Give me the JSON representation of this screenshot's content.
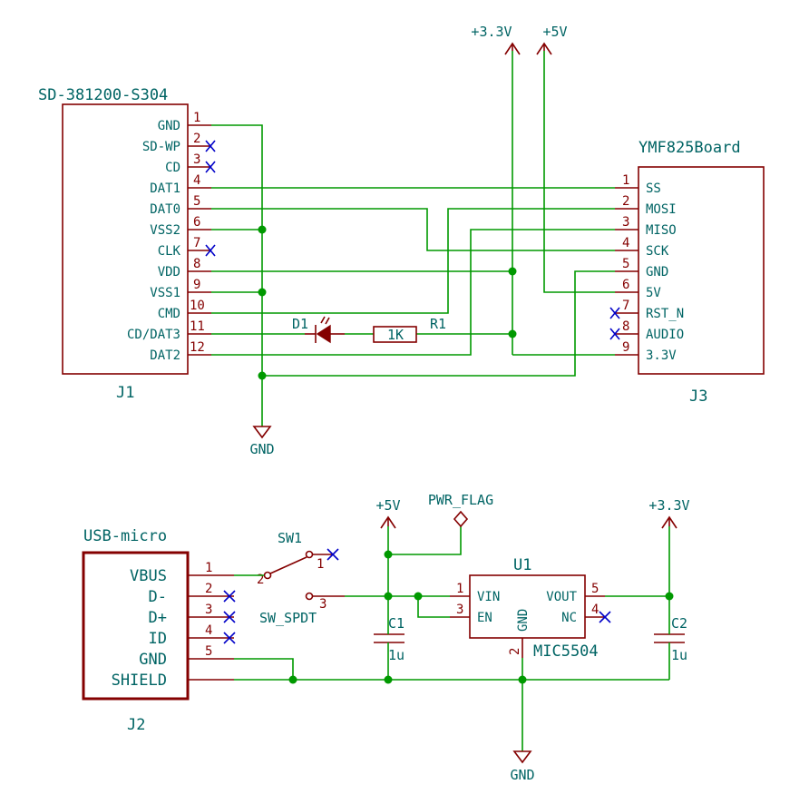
{
  "labels": {
    "j1_value": "SD-381200-S304",
    "j1_ref": "J1",
    "j3_value": "YMF825Board",
    "j3_ref": "J3",
    "j2_value": "USB-micro",
    "j2_ref": "J2",
    "u1_ref": "U1",
    "u1_value": "MIC5504",
    "sw1_ref": "SW1",
    "sw1_value": "SW_SPDT",
    "d1_ref": "D1",
    "r1_ref": "R1",
    "r1_value": "1K",
    "c1_ref": "C1",
    "c1_value": "1u",
    "c2_ref": "C2",
    "c2_value": "1u",
    "pwr_flag": "PWR_FLAG",
    "pwr_3v3_top": "+3.3V",
    "pwr_5v_top": "+5V",
    "gnd_top": "GND",
    "pwr_5v_bottom": "+5V",
    "pwr_3v3_bottom": "+3.3V",
    "gnd_bottom": "GND"
  },
  "j1_pins": [
    {
      "num": "1",
      "name": "GND"
    },
    {
      "num": "2",
      "name": "SD-WP"
    },
    {
      "num": "3",
      "name": "CD"
    },
    {
      "num": "4",
      "name": "DAT1"
    },
    {
      "num": "5",
      "name": "DAT0"
    },
    {
      "num": "6",
      "name": "VSS2"
    },
    {
      "num": "7",
      "name": "CLK"
    },
    {
      "num": "8",
      "name": "VDD"
    },
    {
      "num": "9",
      "name": "VSS1"
    },
    {
      "num": "10",
      "name": "CMD"
    },
    {
      "num": "11",
      "name": "CD/DAT3"
    },
    {
      "num": "12",
      "name": "DAT2"
    }
  ],
  "j3_pins": [
    {
      "num": "1",
      "name": "SS"
    },
    {
      "num": "2",
      "name": "MOSI"
    },
    {
      "num": "3",
      "name": "MISO"
    },
    {
      "num": "4",
      "name": "SCK"
    },
    {
      "num": "5",
      "name": "GND"
    },
    {
      "num": "6",
      "name": "5V"
    },
    {
      "num": "7",
      "name": "RST_N"
    },
    {
      "num": "8",
      "name": "AUDIO"
    },
    {
      "num": "9",
      "name": "3.3V"
    }
  ],
  "j2_pins": [
    {
      "num": "1",
      "name": "VBUS"
    },
    {
      "num": "2",
      "name": "D-"
    },
    {
      "num": "3",
      "name": "D+"
    },
    {
      "num": "4",
      "name": "ID"
    },
    {
      "num": "5",
      "name": "GND"
    },
    {
      "num": "",
      "name": "SHIELD"
    }
  ],
  "u1_pins": [
    {
      "num": "1",
      "name": "VIN"
    },
    {
      "num": "3",
      "name": "EN"
    },
    {
      "num": "2",
      "name": "GND"
    },
    {
      "num": "5",
      "name": "VOUT"
    },
    {
      "num": "4",
      "name": "NC"
    }
  ],
  "sw1_pins": [
    {
      "num": "1"
    },
    {
      "num": "2"
    },
    {
      "num": "3"
    }
  ]
}
